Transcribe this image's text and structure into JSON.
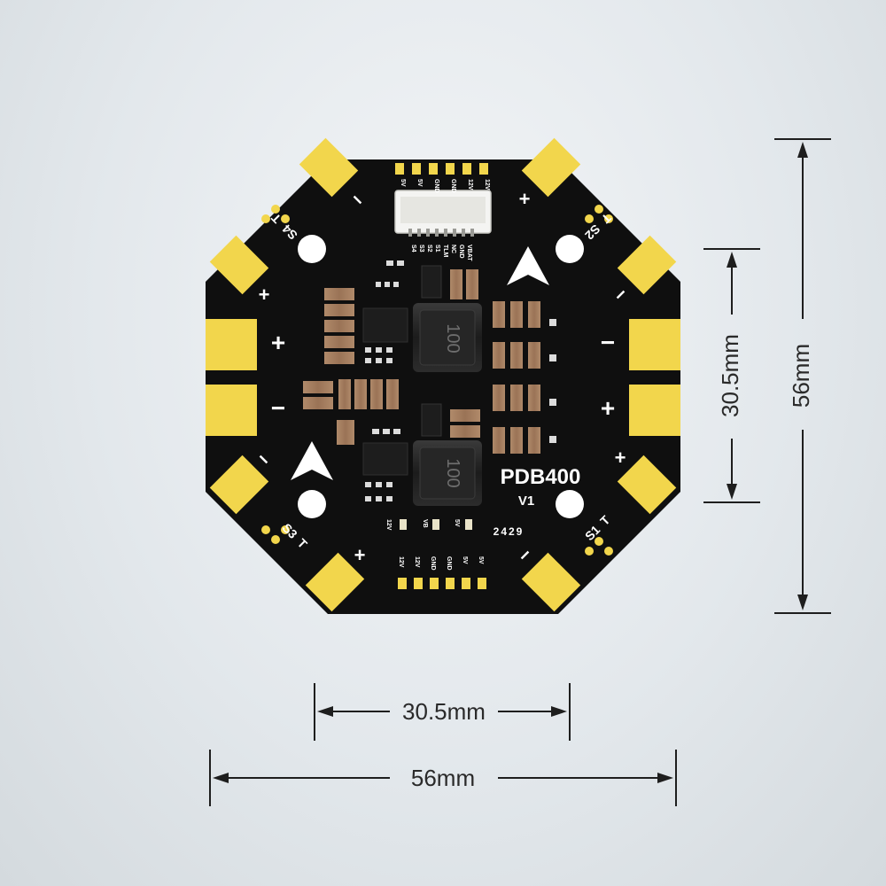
{
  "board": {
    "model": "PDB400",
    "version": "V1",
    "date_code": "2429",
    "inductor_marking": "100",
    "colors": {
      "pcb": "#0f0f0f",
      "pad": "#f2d64c",
      "silk": "#ffffff"
    }
  },
  "motor_outputs": [
    {
      "id": "S1",
      "label": "S1",
      "telemetry": "T"
    },
    {
      "id": "S2",
      "label": "S2",
      "telemetry": "T"
    },
    {
      "id": "S3",
      "label": "S3",
      "telemetry": "T"
    },
    {
      "id": "S4",
      "label": "S4",
      "telemetry": "T"
    }
  ],
  "top_header_pins": [
    "5V",
    "5V",
    "GND",
    "GND",
    "12V",
    "12V"
  ],
  "connector_pins": [
    "S4",
    "S3",
    "S2",
    "S1",
    "TLM",
    "NC",
    "GND",
    "VBAT"
  ],
  "bottom_header_pins": [
    "12V",
    "12V",
    "GND",
    "GND",
    "5V",
    "5V"
  ],
  "leds": [
    "12V",
    "VB",
    "5V"
  ],
  "polarity": {
    "plus": "+",
    "minus": "−"
  },
  "dimensions": {
    "mount_width": "30.5mm",
    "mount_height": "30.5mm",
    "board_width": "56mm",
    "board_height": "56mm"
  }
}
